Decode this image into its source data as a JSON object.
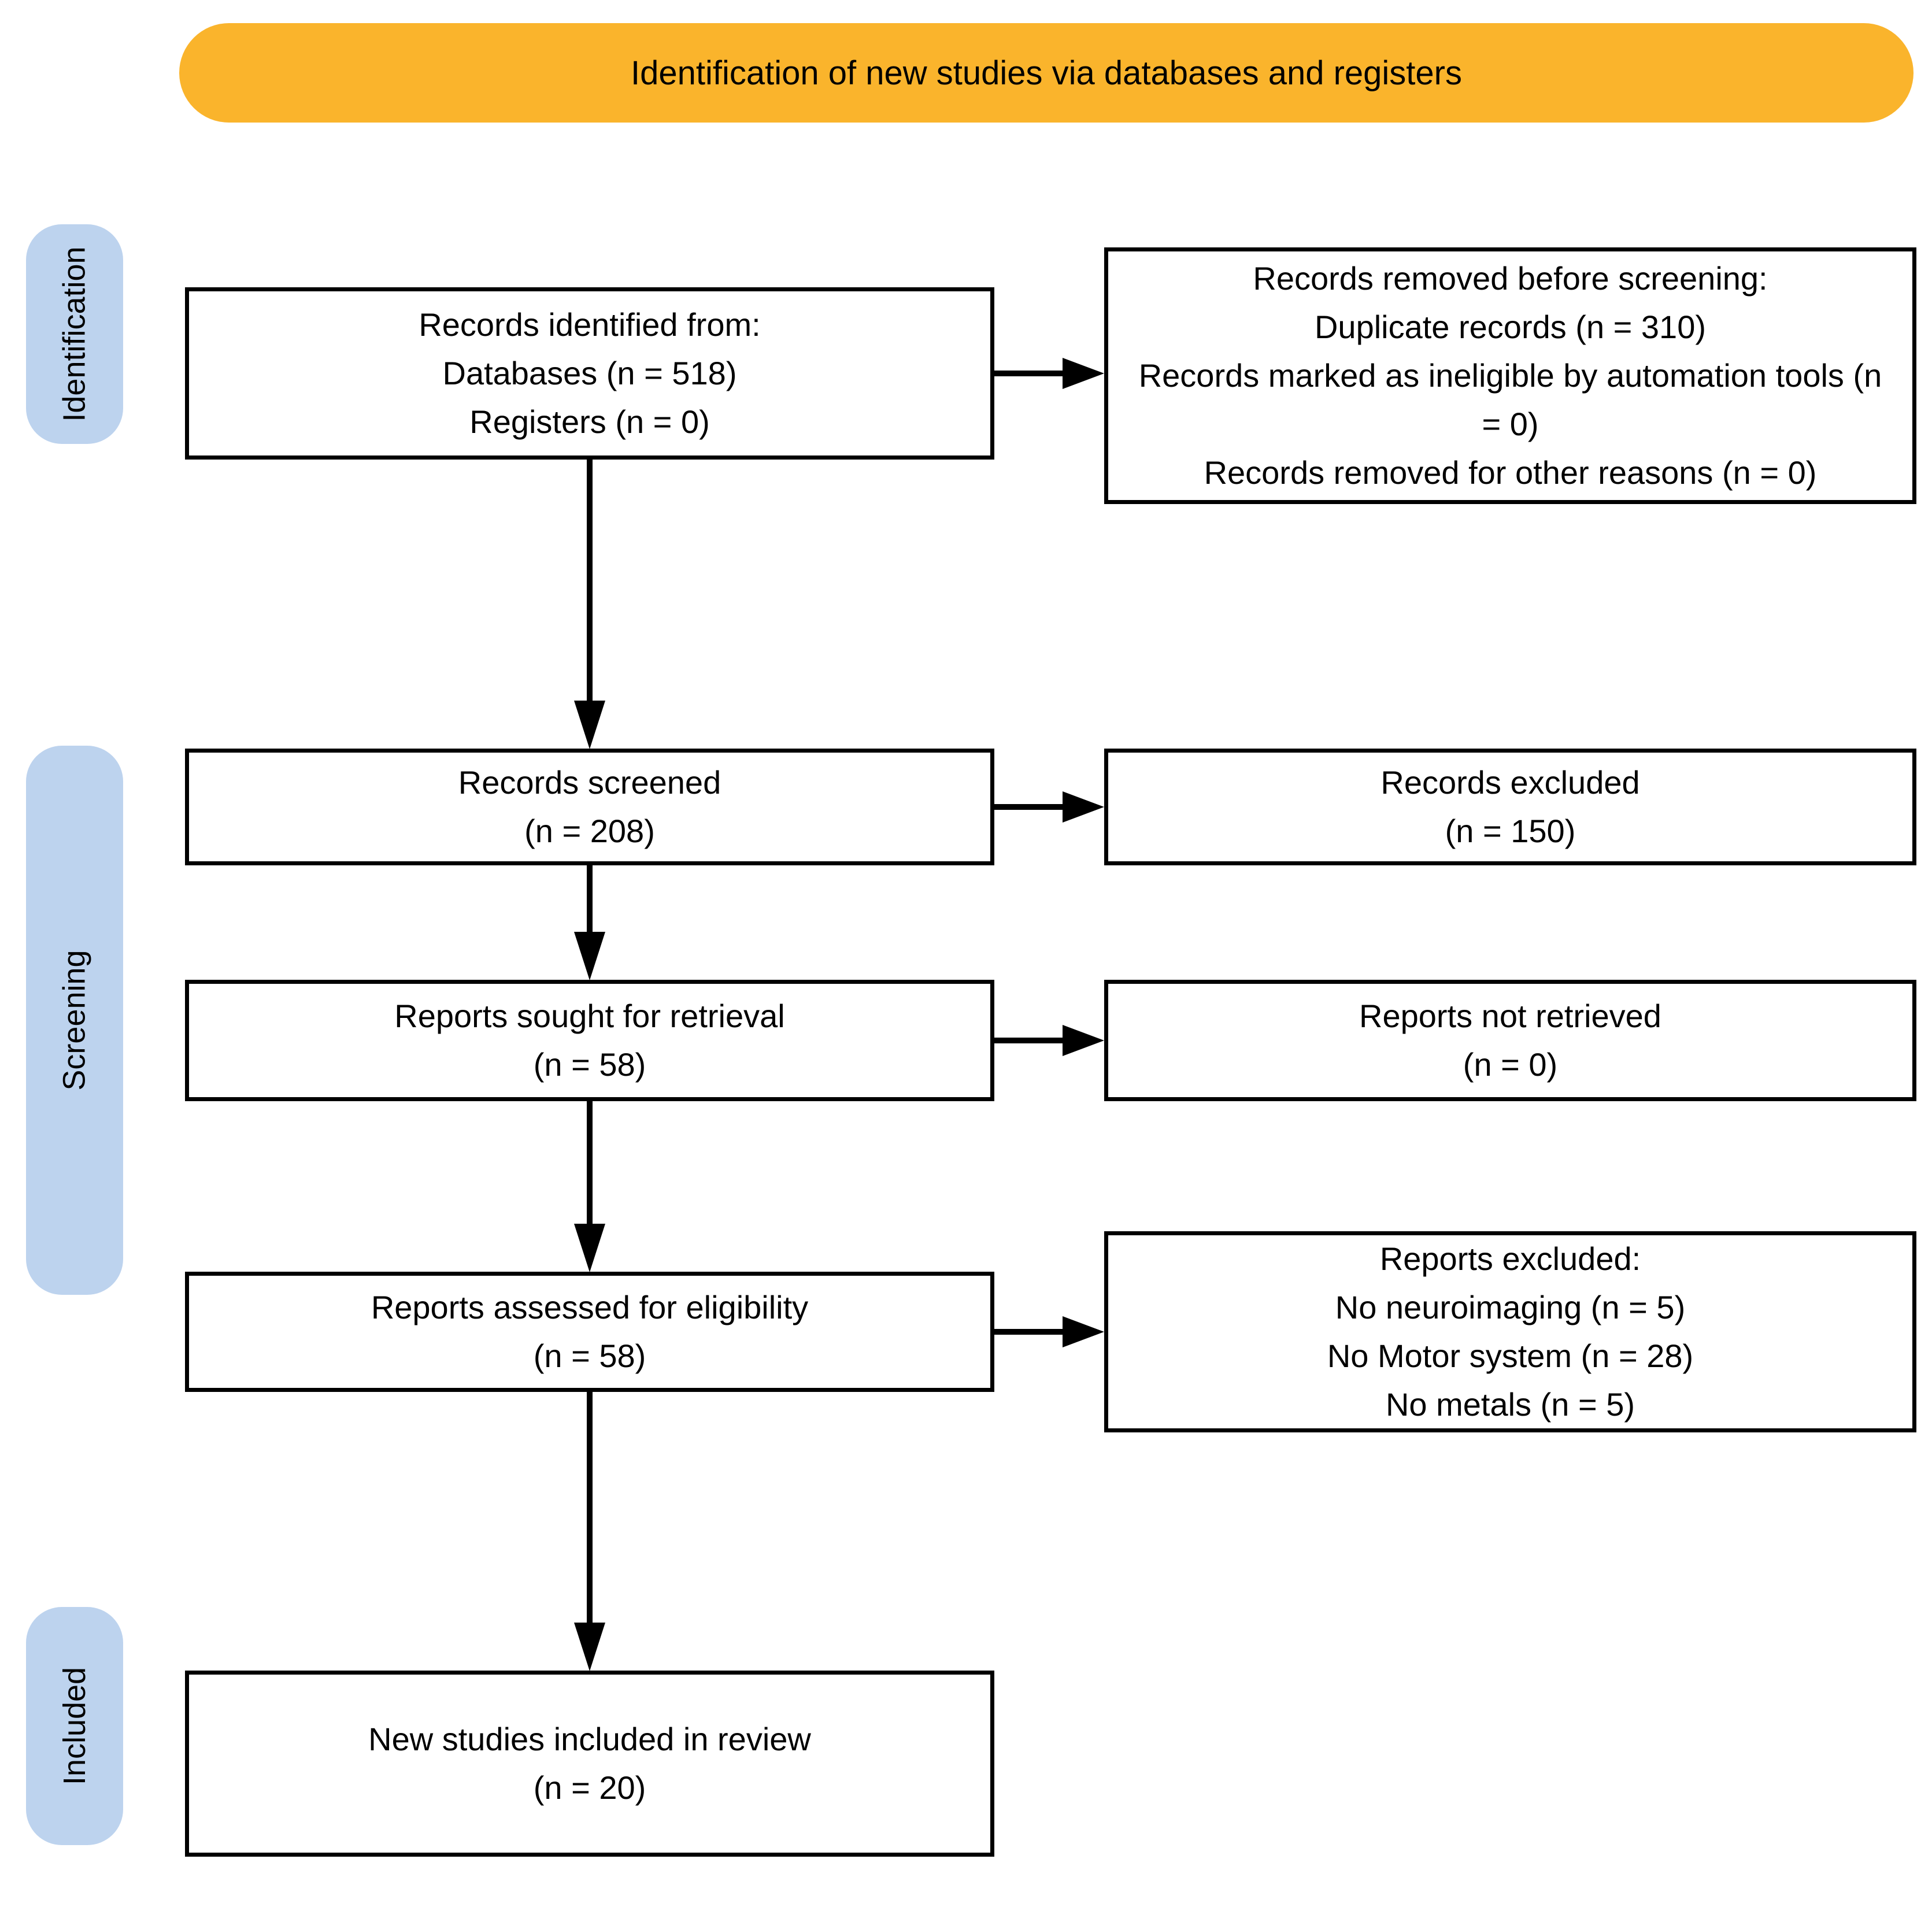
{
  "banner": {
    "title": "Identification of new studies via databases and registers"
  },
  "stages": [
    {
      "label": "Identification"
    },
    {
      "label": "Screening"
    },
    {
      "label": "Included"
    }
  ],
  "colors": {
    "banner_bg": "#FAB42C",
    "stage_bg": "#BDD3EE",
    "box_border": "#000000",
    "background": "#FFFFFF"
  },
  "boxes": {
    "identified": {
      "lines": [
        "Records identified from:",
        "Databases (n = 518)",
        "Registers (n = 0)"
      ]
    },
    "removed": {
      "lines": [
        "Records removed before screening:",
        "Duplicate records (n = 310)",
        "Records marked as ineligible by automation tools (n = 0)",
        "Records removed for other reasons (n = 0)"
      ]
    },
    "screened": {
      "lines": [
        "Records screened",
        "(n = 208)"
      ]
    },
    "excluded": {
      "lines": [
        "Records excluded",
        "(n = 150)"
      ]
    },
    "sought": {
      "lines": [
        "Reports sought for retrieval",
        "(n = 58)"
      ]
    },
    "not_retrieved": {
      "lines": [
        "Reports not retrieved",
        "(n = 0)"
      ]
    },
    "assessed": {
      "lines": [
        "Reports assessed for eligibility",
        "(n = 58)"
      ]
    },
    "reports_excluded": {
      "lines": [
        "Reports excluded:",
        "No neuroimaging (n = 5)",
        "No Motor system (n = 28)",
        "No metals (n = 5)"
      ]
    },
    "included": {
      "lines": [
        "New studies included in review",
        "(n = 20)"
      ]
    }
  }
}
